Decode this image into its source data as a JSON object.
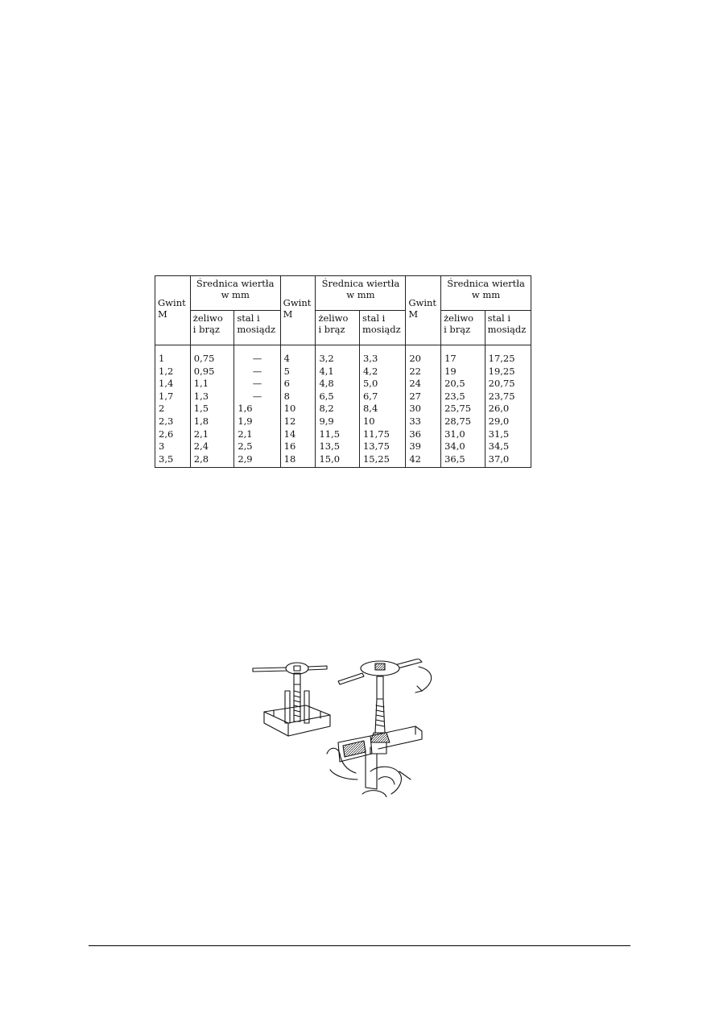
{
  "table": {
    "headers": {
      "thread": "Gwint\nM",
      "diameter": "Średnica wiertła\nw mm",
      "cast_iron": "żeliwo\ni brąz",
      "steel": "stal i\nmosiądz"
    },
    "groups": [
      {
        "rows": [
          [
            "1",
            "0,75",
            "—"
          ],
          [
            "1,2",
            "0,95",
            "—"
          ],
          [
            "1,4",
            "1,1",
            "—"
          ],
          [
            "1,7",
            "1,3",
            "—"
          ],
          [
            "2",
            "1,5",
            "1,6"
          ],
          [
            "2,3",
            "1,8",
            "1,9"
          ],
          [
            "2,6",
            "2,1",
            "2,1"
          ],
          [
            "3",
            "2,4",
            "2,5"
          ],
          [
            "3,5",
            "2,8",
            "2,9"
          ]
        ]
      },
      {
        "rows": [
          [
            "4",
            "3,2",
            "3,3"
          ],
          [
            "5",
            "4,1",
            "4,2"
          ],
          [
            "6",
            "4,8",
            "5,0"
          ],
          [
            "8",
            "6,5",
            "6,7"
          ],
          [
            "10",
            "8,2",
            "8,4"
          ],
          [
            "12",
            "9,9",
            "10"
          ],
          [
            "14",
            "11,5",
            "11,75"
          ],
          [
            "16",
            "13,5",
            "13,75"
          ],
          [
            "18",
            "15,0",
            "15,25"
          ]
        ]
      },
      {
        "rows": [
          [
            "20",
            "17",
            "17,25"
          ],
          [
            "22",
            "19",
            "19,25"
          ],
          [
            "24",
            "20,5",
            "20,75"
          ],
          [
            "27",
            "23,5",
            "23,75"
          ],
          [
            "30",
            "25,75",
            "26,0"
          ],
          [
            "33",
            "28,75",
            "29,0"
          ],
          [
            "36",
            "31,0",
            "31,5"
          ],
          [
            "39",
            "34,0",
            "34,5"
          ],
          [
            "42",
            "36,5",
            "37,0"
          ]
        ]
      }
    ]
  },
  "figure": {
    "icons": [
      "tap-wrench-icon",
      "threading-tap-icon",
      "vise-icon"
    ]
  }
}
